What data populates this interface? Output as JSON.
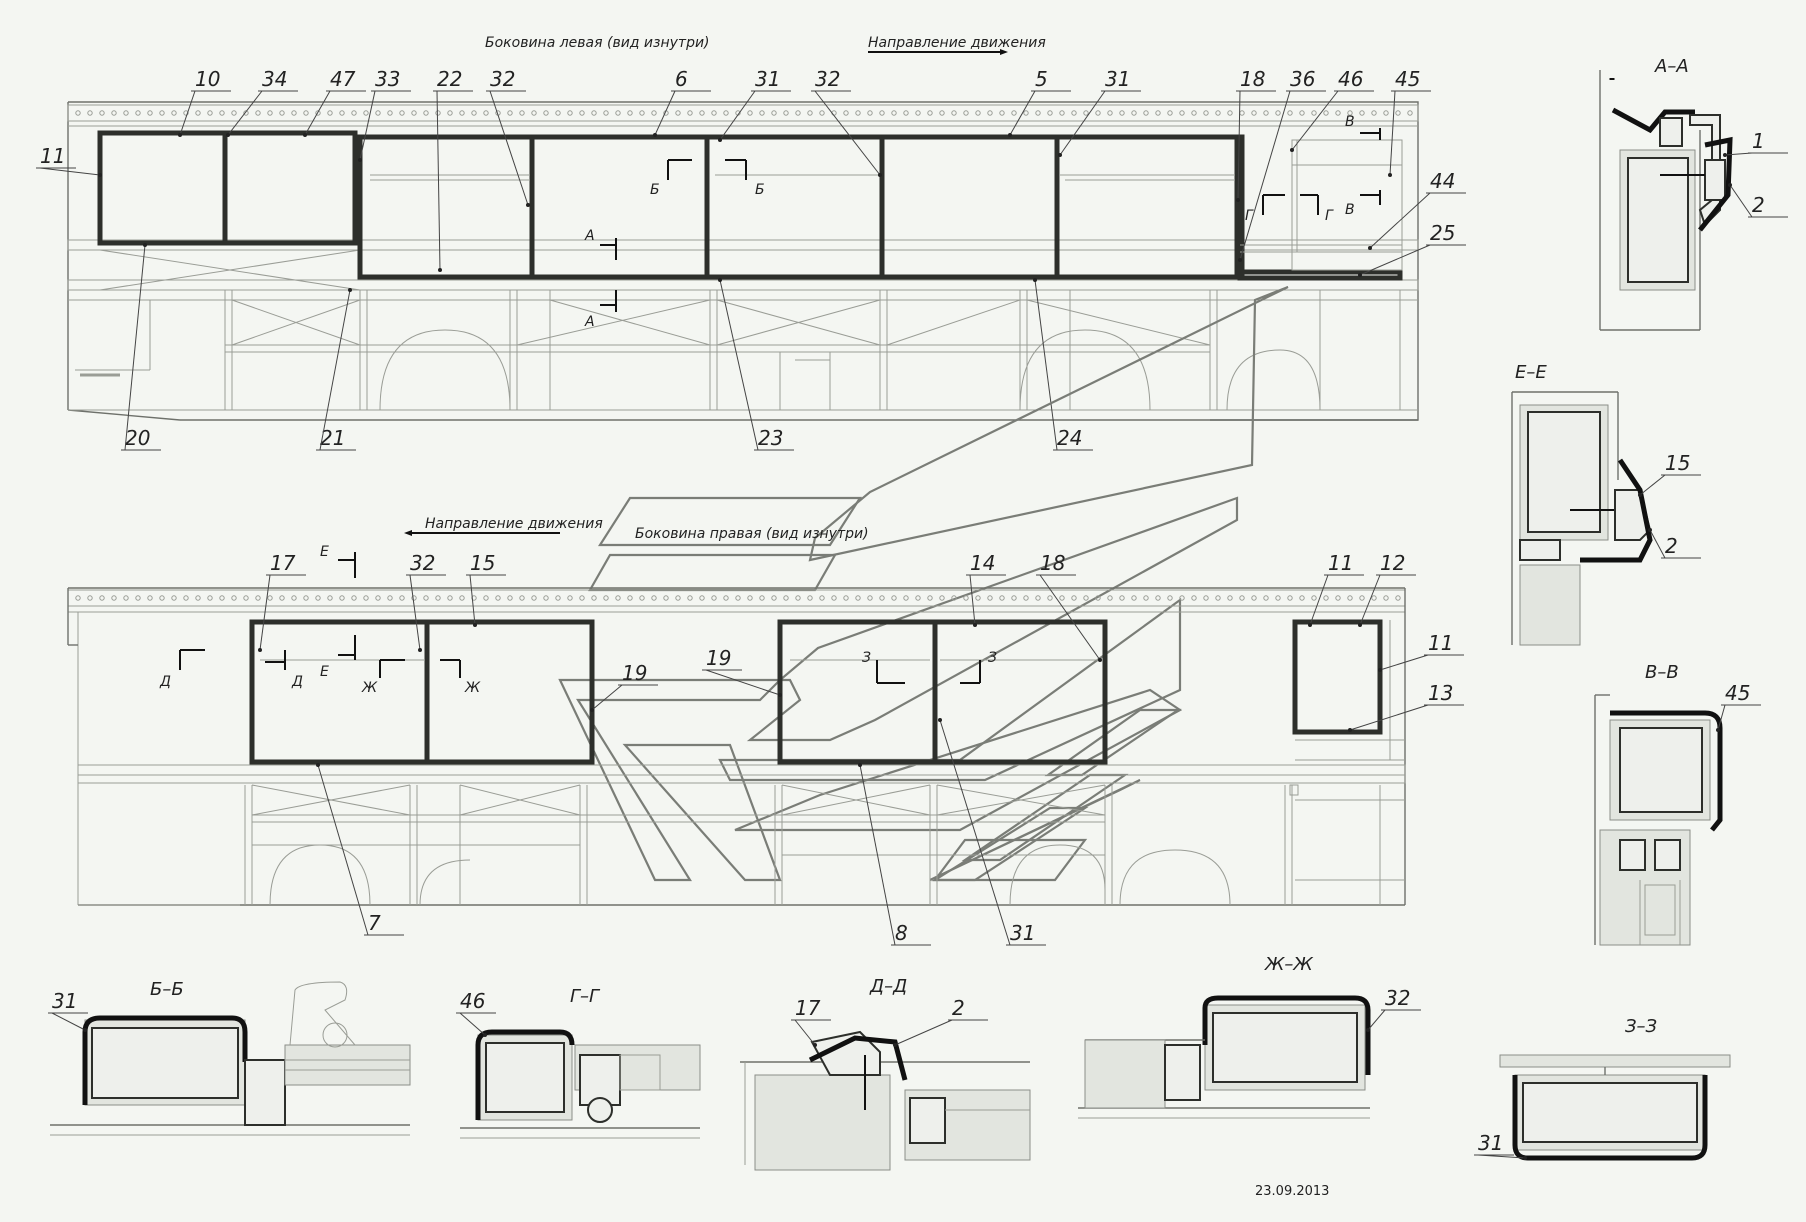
{
  "titles": {
    "left_side": "Боковина левая (вид изнутри)",
    "right_side": "Боковина правая (вид изнутри)",
    "direction_top": "Направление движения",
    "direction_bottom": "Направление движения"
  },
  "date": "23.09.2013",
  "sections": {
    "aa": "А–А",
    "ee": "Е–Е",
    "vv": "В–В",
    "bb": "Б–Б",
    "gg": "Г–Г",
    "dd": "Д–Д",
    "zhzh": "Ж–Ж",
    "zz": "З–З"
  },
  "cut_marks": {
    "b": "Б",
    "a": "А",
    "v": "В",
    "g": "Г",
    "d": "Д",
    "e": "Е",
    "zh": "Ж",
    "z": "З"
  },
  "top_numbers": [
    "10",
    "34",
    "47",
    "33",
    "22",
    "32",
    "6",
    "31",
    "32",
    "5",
    "31",
    "18",
    "36",
    "46",
    "45"
  ],
  "top_side_numbers": [
    "11",
    "44",
    "25"
  ],
  "top_bottom_numbers": [
    "20",
    "21",
    "23",
    "24"
  ],
  "right_top_numbers": [
    "17",
    "32",
    "15",
    "14",
    "18",
    "11",
    "12"
  ],
  "right_side_numbers": [
    "19",
    "19",
    "11",
    "13"
  ],
  "right_bottom_numbers": [
    "7",
    "8",
    "31"
  ],
  "detail_numbers": {
    "aa": [
      "1",
      "2"
    ],
    "ee": [
      "15",
      "2"
    ],
    "vv": [
      "45"
    ],
    "bb": [
      "31"
    ],
    "gg": [
      "46"
    ],
    "dd": [
      "17",
      "2"
    ],
    "zhzh": [
      "32"
    ],
    "zz": [
      "31"
    ]
  },
  "colors": {
    "line": "#2d2f2b",
    "light": "#9a9d96",
    "paper": "#f4f6f2"
  }
}
